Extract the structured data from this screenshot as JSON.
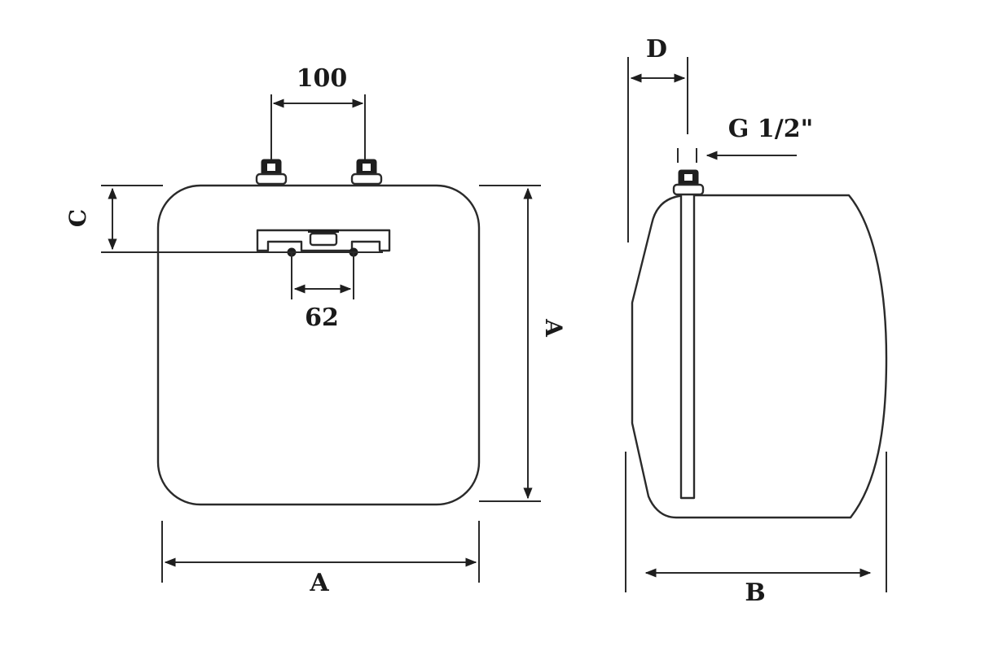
{
  "diagram": {
    "title": "Under-sink water heater dimension drawing",
    "colors": {
      "line": "#2a2a2a",
      "background": "#ffffff"
    },
    "front_view": {
      "labels": {
        "pipe_spacing": "100",
        "bracket_hole_spacing": "62",
        "top_to_bracket": "C",
        "height": "A",
        "width": "A"
      }
    },
    "side_view": {
      "labels": {
        "pipe_offset": "D",
        "thread": "G 1/2\"",
        "depth": "B"
      }
    }
  }
}
